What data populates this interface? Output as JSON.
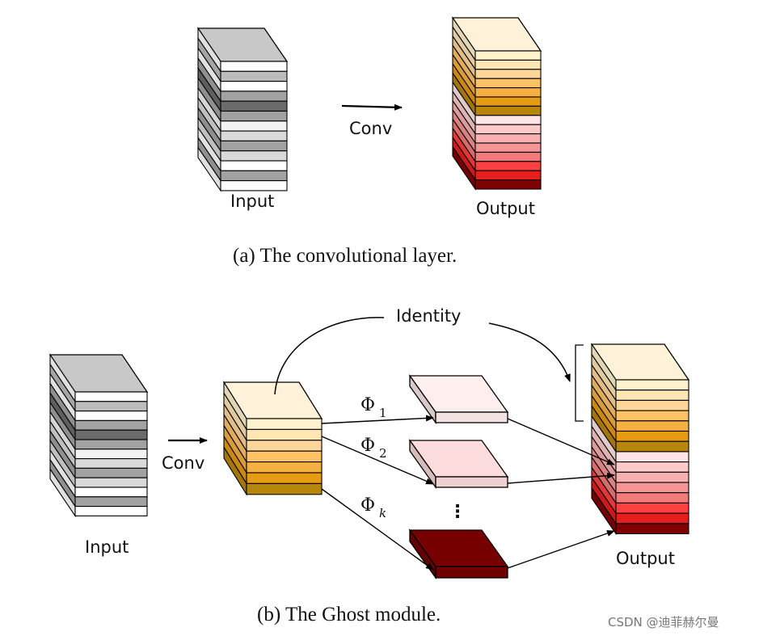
{
  "panel_a": {
    "input_label": "Input",
    "conv_label": "Conv",
    "output_label": "Output",
    "caption": "(a)  The convolutional layer."
  },
  "panel_b": {
    "input_label": "Input",
    "conv_label": "Conv",
    "identity_label": "Identity",
    "phi_symbol": "Φ",
    "phi_1_sub": "1",
    "phi_2_sub": "2",
    "phi_k_sub": "k",
    "ellipsis": "⋮",
    "output_label": "Output",
    "caption": "(b)  The Ghost module."
  },
  "watermark": "CSDN @迪菲赫尔曼",
  "colors": {
    "gray_layers": [
      "#ffffff",
      "#bcbcbc",
      "#ffffff",
      "#a2a2a2",
      "#6b6b6b",
      "#a2a2a2",
      "#f2f2f2",
      "#d9d9d9",
      "#a2a2a2",
      "#d9d9d9",
      "#ffffff",
      "#a2a2a2",
      "#ffffff"
    ],
    "orange_layers": [
      "#fff2cc",
      "#ffe6b3",
      "#ffd699",
      "#ffc266",
      "#f5b041",
      "#e69b12",
      "#b8860b"
    ],
    "red_layers": [
      "#ffe5e5",
      "#fdcaca",
      "#f9b0b0",
      "#f59595",
      "#f27a7a",
      "#ff4040",
      "#e61e1e",
      "#800000"
    ],
    "cube_top_gray": "#c8c8c8",
    "cube_top_orange": "#fff2d9",
    "ghost_light": "#ffeeee",
    "ghost_mid": "#fcdcdc",
    "ghost_dark": "#760000"
  }
}
